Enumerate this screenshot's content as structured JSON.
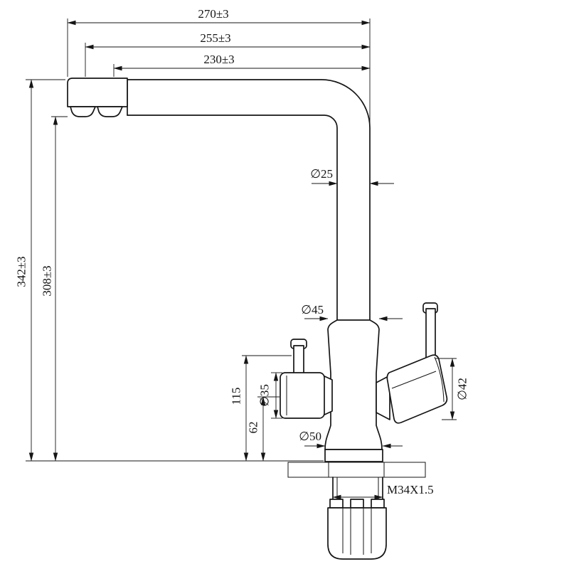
{
  "dims": {
    "top_outer": "270±3",
    "top_middle": "255±3",
    "top_inner": "230±3",
    "height_total": "342±3",
    "height_spout": "308±3",
    "spout_pipe_diameter": "∅25",
    "riser_diameter": "∅45",
    "left_handle_diameter": "∅35",
    "right_handle_diameter": "∅42",
    "height_body": "115",
    "height_handle_axis": "62",
    "base_diameter": "∅50",
    "thread": "M34X1.5"
  }
}
